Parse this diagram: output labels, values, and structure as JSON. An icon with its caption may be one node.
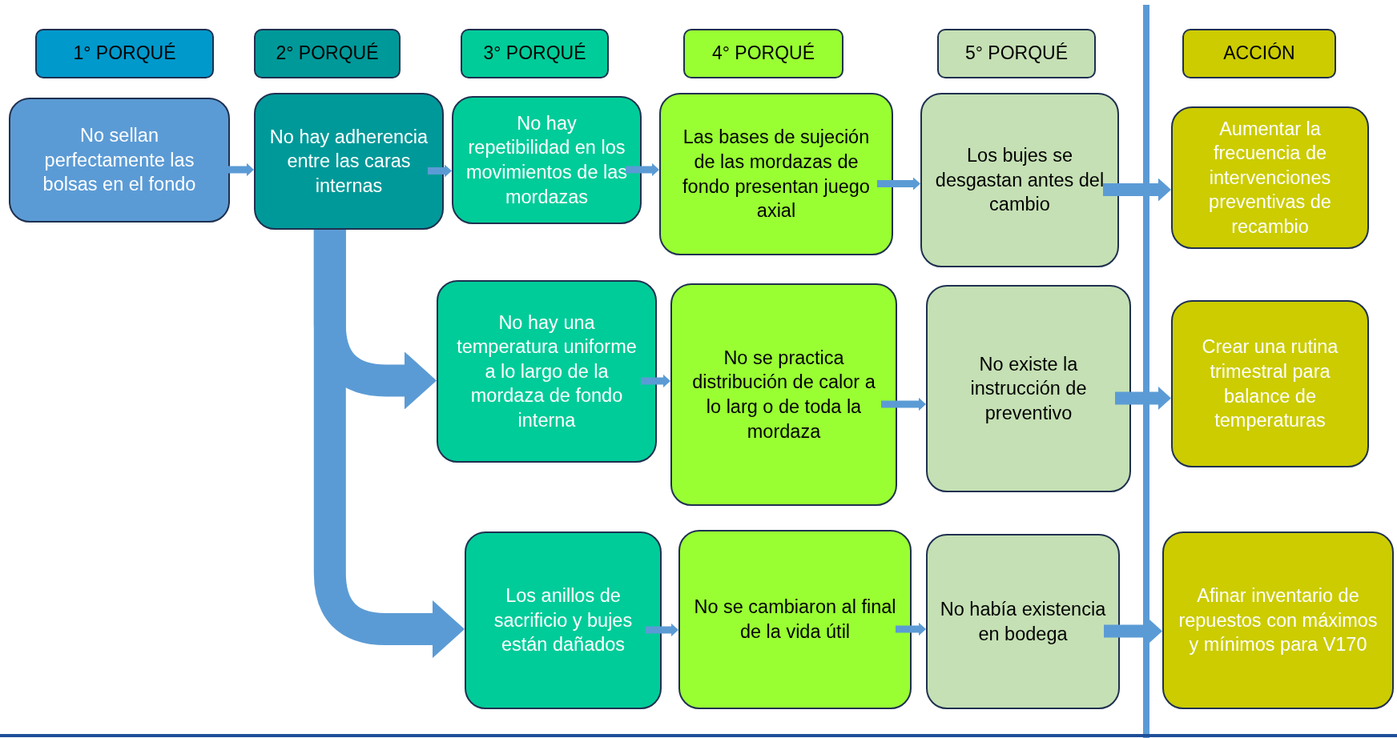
{
  "diagram": {
    "nodes": [
      {
        "text": [
          "1° PORQUÉ"
        ]
      },
      {
        "text": [
          "2° PORQUÉ"
        ]
      },
      {
        "text": [
          "3° PORQUÉ"
        ]
      },
      {
        "text": [
          "4° PORQUÉ"
        ]
      },
      {
        "text": [
          "5° PORQUÉ"
        ]
      },
      {
        "text": [
          "ACCIÓN"
        ]
      },
      {
        "text": [
          "No sellan perfectamente las bolsas en el fondo"
        ]
      },
      {
        "text": [
          "No hay adherencia entre las caras internas"
        ]
      },
      {
        "text": [
          "No hay repetibilidad en los movimientos de las mordazas"
        ]
      },
      {
        "text": [
          "Las bases de sujeción de las mordazas de fondo presentan juego axial"
        ]
      },
      {
        "text": [
          "Los bujes se desgastan antes del cambio"
        ]
      },
      {
        "text": [
          "Aumentar la frecuencia de intervenciones preventivas de recambio"
        ]
      },
      {
        "text": [
          "No hay una temperatura uniforme a lo largo de la mordaza de fondo interna"
        ]
      },
      {
        "text": [
          "No se practica distribución de calor a lo larg o de toda la mordaza"
        ]
      },
      {
        "text": [
          "No existe la instrucción de preventivo"
        ]
      },
      {
        "text": [
          "Crear una rutina trimestral para balance de temperaturas"
        ]
      },
      {
        "text": [
          "Los anillos de sacrificio y bujes están dañados"
        ]
      },
      {
        "text": [
          "No se cambiaron al final de la vida útil"
        ]
      },
      {
        "text": [
          "No había existencia en bodega"
        ]
      },
      {
        "text": [
          "Afinar inventario de repuestos con máximos y mínimos para V170"
        ]
      }
    ],
    "edges": [
      {
        "from": 6,
        "to": 7,
        "arrow": "to"
      },
      {
        "from": 7,
        "to": 8,
        "arrow": "to"
      },
      {
        "from": 8,
        "to": 9,
        "arrow": "to"
      },
      {
        "from": 9,
        "to": 10,
        "arrow": "to"
      },
      {
        "from": 10,
        "to": 11,
        "arrow": "to"
      },
      {
        "from": 7,
        "to": 12,
        "arrow": "to",
        "style": "thick"
      },
      {
        "from": 12,
        "to": 13,
        "arrow": "to"
      },
      {
        "from": 13,
        "to": 14,
        "arrow": "to"
      },
      {
        "from": 14,
        "to": 15,
        "arrow": "to"
      },
      {
        "from": 7,
        "to": 16,
        "arrow": "to",
        "style": "thick"
      },
      {
        "from": 16,
        "to": 17,
        "arrow": "to"
      },
      {
        "from": 17,
        "to": 18,
        "arrow": "to"
      },
      {
        "from": 18,
        "to": 19,
        "arrow": "to"
      }
    ]
  }
}
